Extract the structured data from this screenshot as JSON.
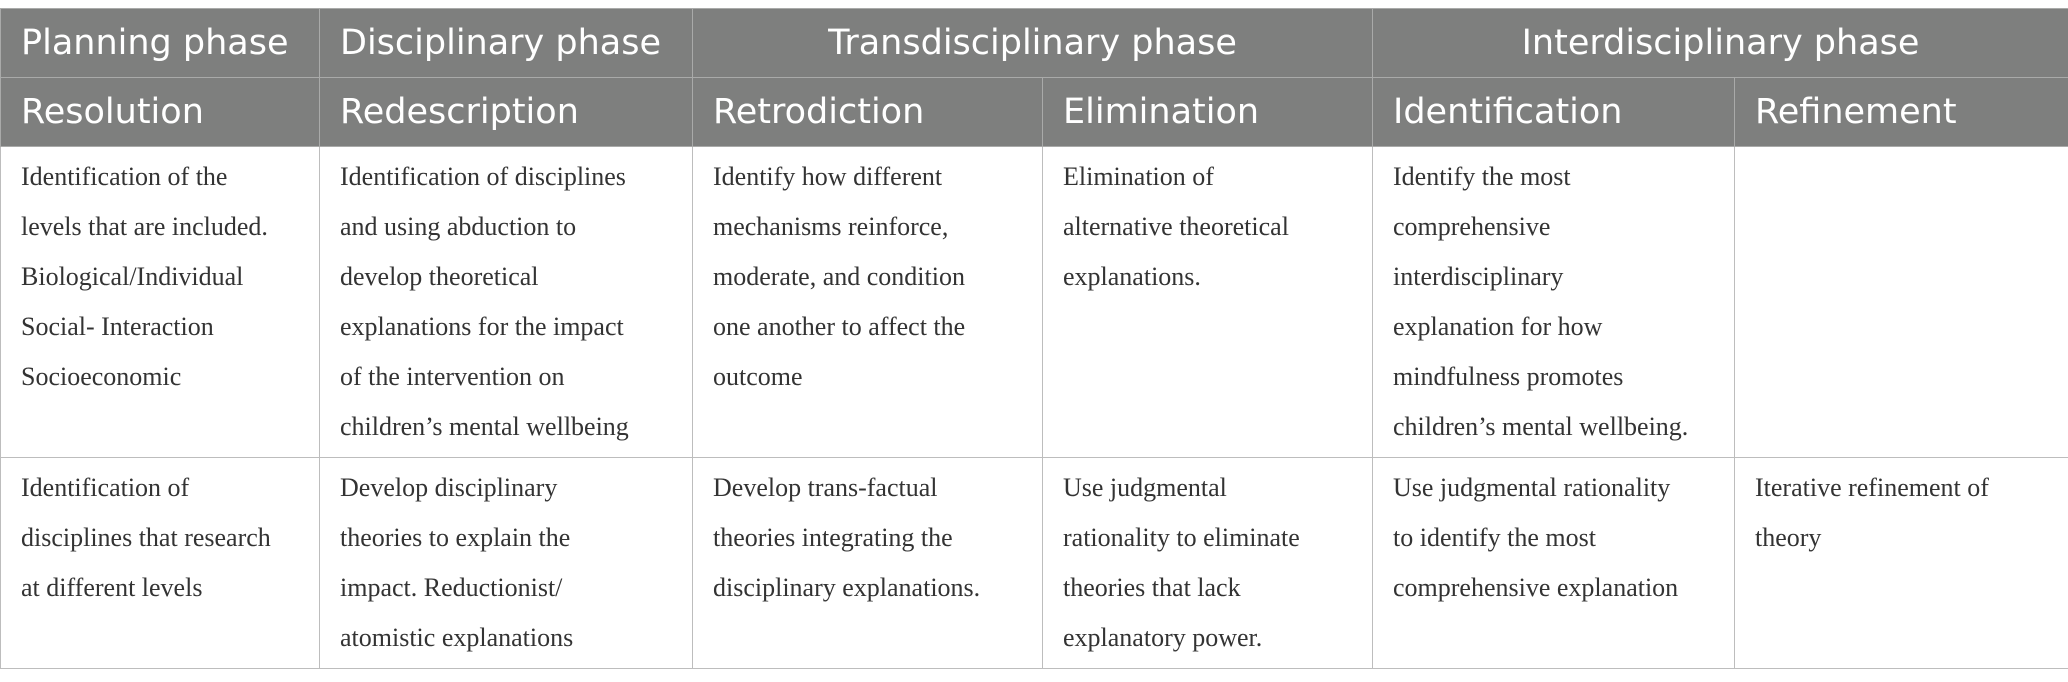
{
  "table": {
    "phases": [
      {
        "label": "Planning phase"
      },
      {
        "label": "Disciplinary phase"
      },
      {
        "label": "Transdisciplinary phase"
      },
      {
        "label": "Interdisciplinary phase"
      }
    ],
    "steps": [
      "Resolution",
      "Redescription",
      "Retrodiction",
      "Elimination",
      "Identification",
      "Refinement"
    ],
    "rows": [
      [
        [
          "Identification of the",
          "levels that are included.",
          "Biological/Individual",
          "Social- Interaction",
          "Socioeconomic"
        ],
        [
          "Identification of disciplines",
          "and using abduction to",
          "develop theoretical",
          "explanations for the impact",
          "of the intervention on",
          "children’s mental wellbeing"
        ],
        [
          "Identify how different",
          "mechanisms reinforce,",
          "moderate, and condition",
          "one another to affect the",
          "outcome"
        ],
        [
          "Elimination of",
          "alternative theoretical",
          "explanations."
        ],
        [
          "Identify the most",
          "comprehensive",
          "interdisciplinary",
          "explanation for how",
          "mindfulness promotes",
          "children’s mental wellbeing."
        ],
        []
      ],
      [
        [
          "Identification of",
          "disciplines that research",
          "at different levels"
        ],
        [
          "Develop disciplinary",
          "theories to explain the",
          "impact. Reductionist/",
          "atomistic explanations"
        ],
        [
          "Develop trans-factual",
          "theories integrating the",
          "disciplinary explanations."
        ],
        [
          "Use judgmental",
          "rationality to eliminate",
          "theories that lack",
          "explanatory power."
        ],
        [
          "Use judgmental rationality",
          "to identify the most",
          "comprehensive explanation"
        ],
        [
          "Iterative refinement of",
          "theory"
        ]
      ]
    ]
  }
}
